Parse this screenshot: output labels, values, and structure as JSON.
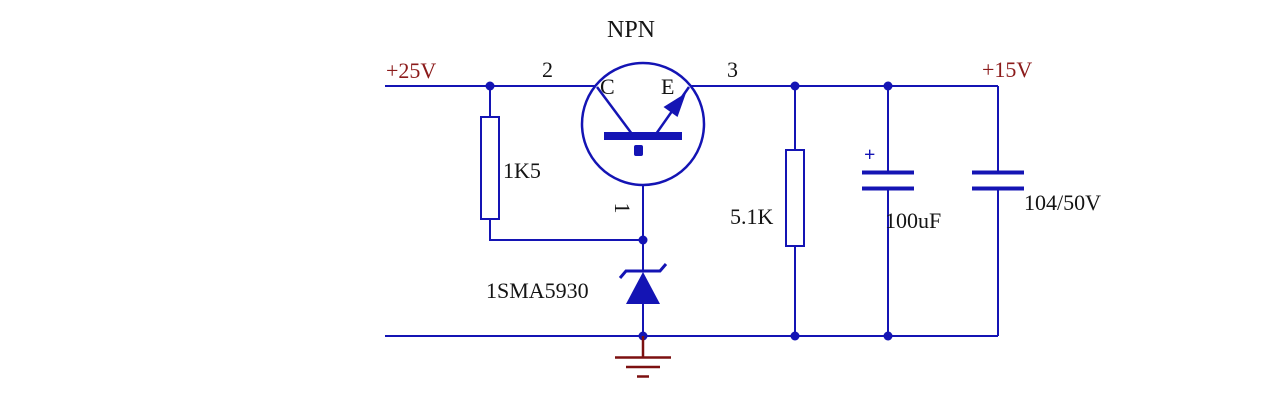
{
  "diagram": {
    "type": "circuit-schematic",
    "description_visible_text_only": true,
    "transistor": {
      "type_label": "NPN",
      "collector_terminal": "C",
      "emitter_terminal": "E",
      "collector_pin_no": "2",
      "emitter_pin_no": "3",
      "base_pin_no": "1"
    },
    "power": {
      "input_label": "+25V",
      "output_label": "+15V"
    },
    "components": {
      "resistor_base": "1K5",
      "resistor_load": "5.1K",
      "cap_polarized_value": "100uF",
      "cap_polarized_plus": "+",
      "cap_ceramic_value": "104/50V",
      "zener_diode": "1SMA5930"
    },
    "colors": {
      "wire": "#1414b4",
      "power_text": "#8b1a1a",
      "component_text": "#141414",
      "ground": "#7c1010",
      "background": "#ffffff"
    }
  }
}
